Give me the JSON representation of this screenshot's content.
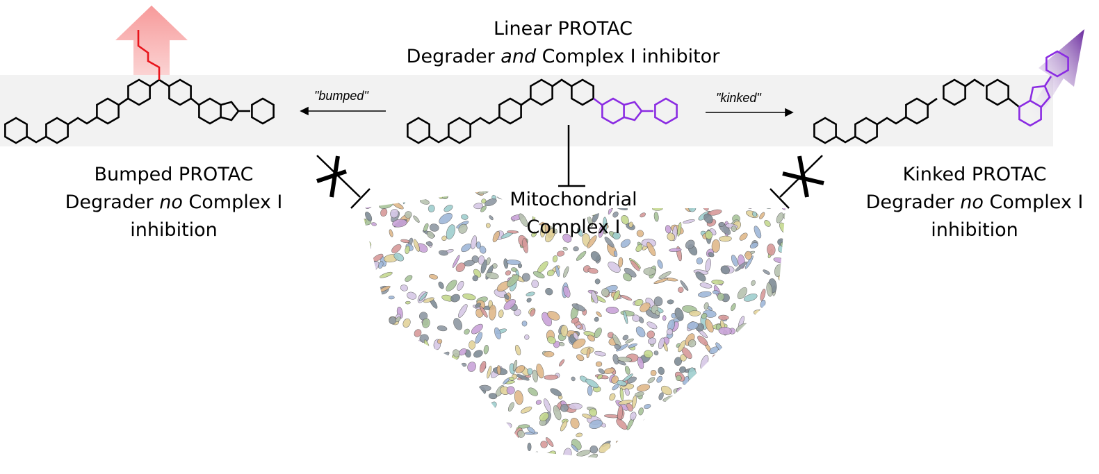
{
  "title": {
    "line1": "Linear PROTAC",
    "line2_pre": "Degrader ",
    "line2_em": "and",
    "line2_post": " Complex I inhibitor"
  },
  "left": {
    "line1": "Bumped PROTAC",
    "line2_pre": "Degrader ",
    "line2_em": "no",
    "line2_post": " Complex I",
    "line3": "inhibition"
  },
  "right": {
    "line1": "Kinked PROTAC",
    "line2_pre": "Degrader ",
    "line2_em": "no",
    "line2_post": " Complex I",
    "line3": "inhibition"
  },
  "target": {
    "line1": "Mitochondrial",
    "line2": "Complex I"
  },
  "arrows": {
    "bumped": "\"bumped\"",
    "kinked": "\"kinked\""
  },
  "colors": {
    "bump": "#e8141b",
    "kink": "#8a2be2",
    "band": "#f2f2f2"
  }
}
